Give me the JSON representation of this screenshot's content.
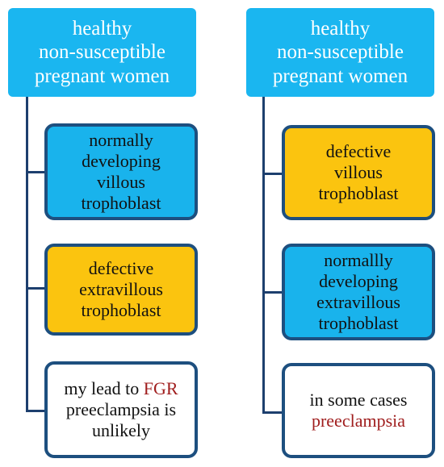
{
  "colors": {
    "root_fill": "#1ab6f0",
    "blue_fill": "#19b3ec",
    "yellow_fill": "#fbc40f",
    "border": "#1d4f7f",
    "connector": "#1d3f6e",
    "highlight_text": "#a01e1e"
  },
  "left": {
    "root": {
      "lines": [
        "healthy",
        "non-susceptible",
        "pregnant women"
      ]
    },
    "box1": {
      "lines": [
        "normally",
        "developing",
        "villous",
        "trophoblast"
      ]
    },
    "box2": {
      "lines": [
        "defective",
        "extravillous",
        "trophoblast"
      ]
    },
    "box3": {
      "line1_prefix": "my lead to ",
      "line1_highlight": "FGR",
      "line2": "preeclampsia is",
      "line3": "unlikely"
    }
  },
  "right": {
    "root": {
      "lines": [
        "healthy",
        "non-susceptible",
        "pregnant women"
      ]
    },
    "box1": {
      "lines": [
        "defective",
        "villous",
        "trophoblast"
      ]
    },
    "box2": {
      "lines": [
        "normallly",
        "developing",
        "extravillous",
        "trophoblast"
      ]
    },
    "box3": {
      "line1": "in some cases",
      "line2_highlight": "preeclampsia"
    }
  }
}
